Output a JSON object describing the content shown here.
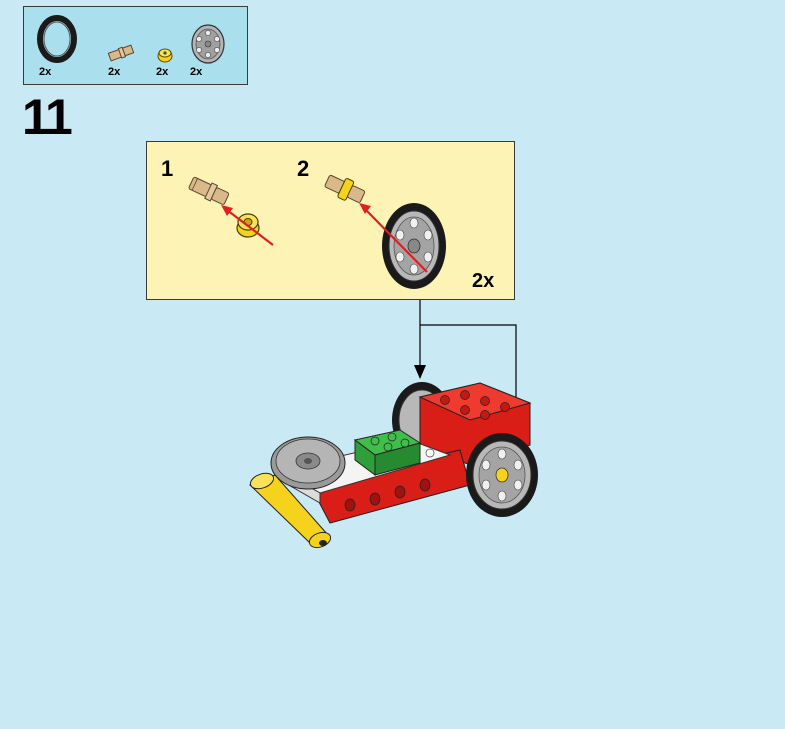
{
  "step": {
    "number": "11"
  },
  "parts_list": [
    {
      "name": "tire",
      "quantity": "2x"
    },
    {
      "name": "axle-pin",
      "quantity": "2x"
    },
    {
      "name": "bushing",
      "quantity": "2x"
    },
    {
      "name": "wheel-hub",
      "quantity": "2x"
    }
  ],
  "substeps": [
    {
      "number": "1"
    },
    {
      "number": "2"
    }
  ],
  "multiplier": "2x",
  "colors": {
    "background": "#c9eaf5",
    "parts_box": "#aadfee",
    "substep_box": "#fdf3b5",
    "arrow": "#e02020",
    "brick_red": "#e4211b",
    "brick_green": "#2e9f3a",
    "brick_yellow": "#f5d21b",
    "hub_gray": "#a8a8a8",
    "tan": "#d9b98a"
  }
}
